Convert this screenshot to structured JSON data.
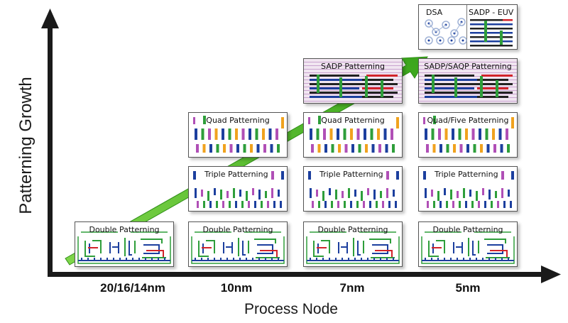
{
  "axes": {
    "y_title": "Patterning Growth",
    "x_title": "Process Node"
  },
  "nodes": [
    "20/16/14nm",
    "10nm",
    "7nm",
    "5nm"
  ],
  "panels": {
    "double": "Double Patterning",
    "triple": "Triple Patterning",
    "quad": "Quad Patterning",
    "quad_five": "Quad/Five Patterning",
    "sadp": "SADP Patterning",
    "sadp_saqp": "SADP/SAQP Patterning",
    "dsa": "DSA",
    "sadp_euv": "SADP - EUV"
  },
  "colors": {
    "axis": "#1a1a1a",
    "trend_arrow": "#5cc12a",
    "blue": "#1c3f9e",
    "green": "#2e9e3a",
    "magenta": "#b04fb6",
    "orange": "#f0a21e",
    "red": "#d2232a",
    "dark": "#222222"
  }
}
